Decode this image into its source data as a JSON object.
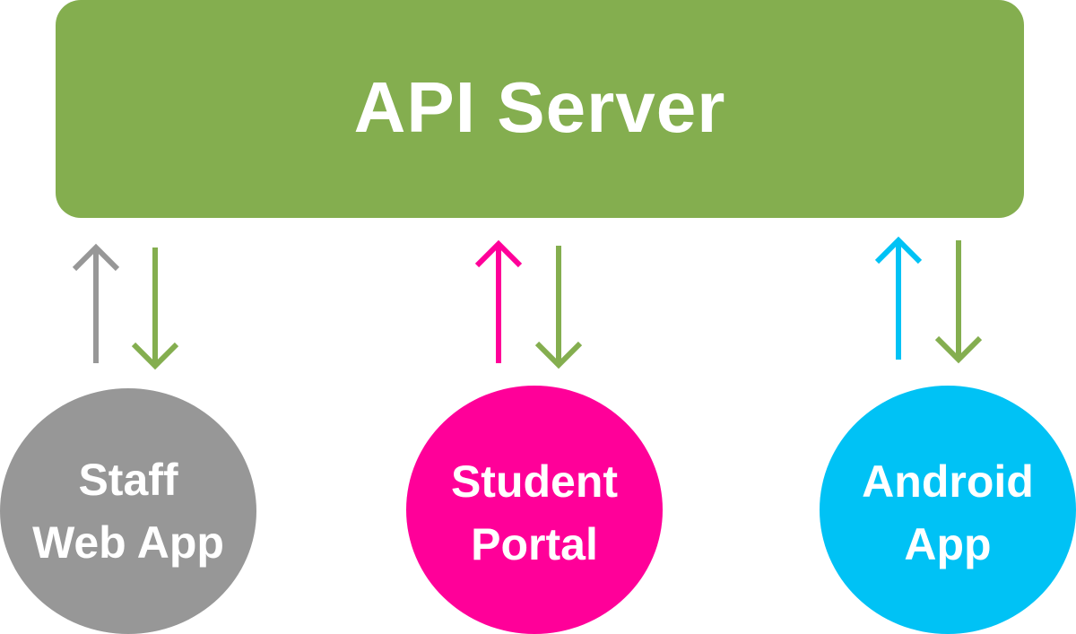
{
  "server": {
    "title": "API Server",
    "color": "#84AE4F"
  },
  "clients": [
    {
      "id": "staff",
      "lines": [
        "Staff",
        "Web App"
      ],
      "color": "#979797"
    },
    {
      "id": "student",
      "lines": [
        "Student",
        "Portal"
      ],
      "color": "#FF0099"
    },
    {
      "id": "android",
      "lines": [
        "Android",
        "App"
      ],
      "color": "#00C2F5"
    }
  ],
  "arrows": {
    "request_color_source": "client",
    "response_color": "#84AE4F"
  }
}
